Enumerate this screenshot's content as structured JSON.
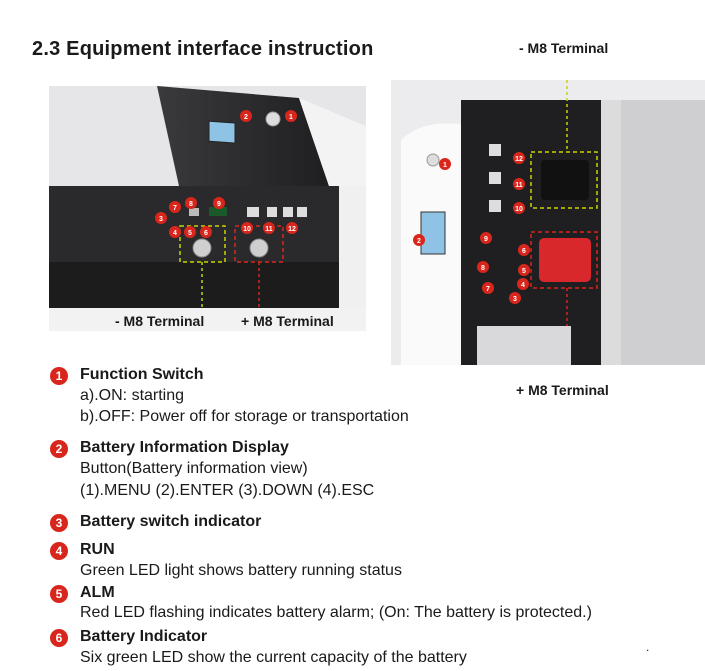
{
  "title": "2.3 Equipment interface instruction",
  "figure_left": {
    "minus_label": "- M8 Terminal",
    "plus_label": "+ M8 Terminal",
    "callouts": [
      "1",
      "2",
      "3",
      "4",
      "5",
      "6",
      "7",
      "8",
      "9",
      "10",
      "11",
      "12"
    ]
  },
  "figure_right": {
    "top_label": "- M8 Terminal",
    "bottom_label": "+ M8 Terminal",
    "callouts": [
      "1",
      "2",
      "3",
      "4",
      "5",
      "6",
      "7",
      "8",
      "9",
      "10",
      "11",
      "12"
    ]
  },
  "items": [
    {
      "num": "1",
      "head": "Function Switch",
      "lines": [
        "a).ON: starting",
        "b).OFF: Power off for storage or transportation"
      ]
    },
    {
      "num": "2",
      "head": "Battery Information Display",
      "lines": [
        "Button(Battery information view)",
        "(1).MENU (2).ENTER (3).DOWN (4).ESC"
      ]
    },
    {
      "num": "3",
      "head": "Battery switch indicator",
      "lines": []
    },
    {
      "num": "4",
      "head": "RUN",
      "lines": [
        "Green LED light shows battery running status"
      ]
    },
    {
      "num": "5",
      "head": "ALM",
      "lines": [
        "Red LED flashing indicates battery alarm; (On: The battery is protected.)"
      ]
    },
    {
      "num": "6",
      "head": "Battery Indicator",
      "lines": [
        "Six green LED show the current capacity of the battery"
      ]
    }
  ],
  "trailing_mark": ".",
  "colors": {
    "callout": "#d9261c",
    "dashed_minus": "#c8d400",
    "dashed_plus": "#d9261c"
  }
}
